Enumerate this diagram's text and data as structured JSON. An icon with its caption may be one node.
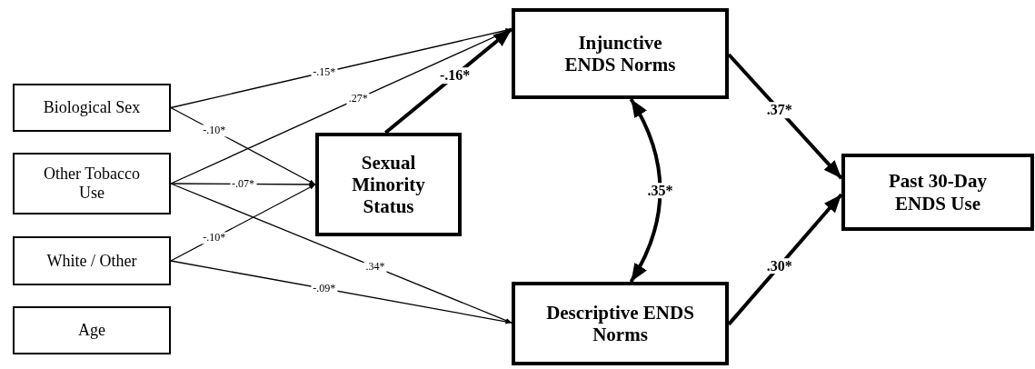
{
  "diagram": {
    "nodes": [
      {
        "text": [
          "Biological Sex"
        ]
      },
      {
        "text": [
          "Other Tobacco Use"
        ]
      },
      {
        "text": [
          "White / Other"
        ]
      },
      {
        "text": [
          "Age"
        ]
      },
      {
        "text": [
          "Sexual Minority Status"
        ]
      },
      {
        "text": [
          "Injunctive ENDS Norms"
        ]
      },
      {
        "text": [
          "Descriptive ENDS Norms"
        ]
      },
      {
        "text": [
          "Past 30-Day ENDS Use"
        ]
      }
    ],
    "edges": [
      {
        "from": 0,
        "to": 5,
        "arrow": "to",
        "label": "-.15*"
      },
      {
        "from": 0,
        "to": 4,
        "arrow": "to",
        "label": "-.10*"
      },
      {
        "from": 1,
        "to": 5,
        "arrow": "to",
        "label": ".27*"
      },
      {
        "from": 1,
        "to": 4,
        "arrow": "to",
        "label": "-.07*"
      },
      {
        "from": 1,
        "to": 6,
        "arrow": "to",
        "label": ".34*"
      },
      {
        "from": 2,
        "to": 4,
        "arrow": "to",
        "label": "-.10*"
      },
      {
        "from": 2,
        "to": 6,
        "arrow": "to",
        "label": "-.09*"
      },
      {
        "from": 4,
        "to": 5,
        "arrow": "to",
        "label": "-.16*",
        "style": "thick"
      },
      {
        "from": 5,
        "to": 6,
        "arrow": "both",
        "label": ".35*",
        "style": "thick"
      },
      {
        "from": 5,
        "to": 7,
        "arrow": "to",
        "label": ".37*",
        "style": "thick"
      },
      {
        "from": 6,
        "to": 7,
        "arrow": "to",
        "label": ".30*",
        "style": "thick"
      }
    ]
  }
}
